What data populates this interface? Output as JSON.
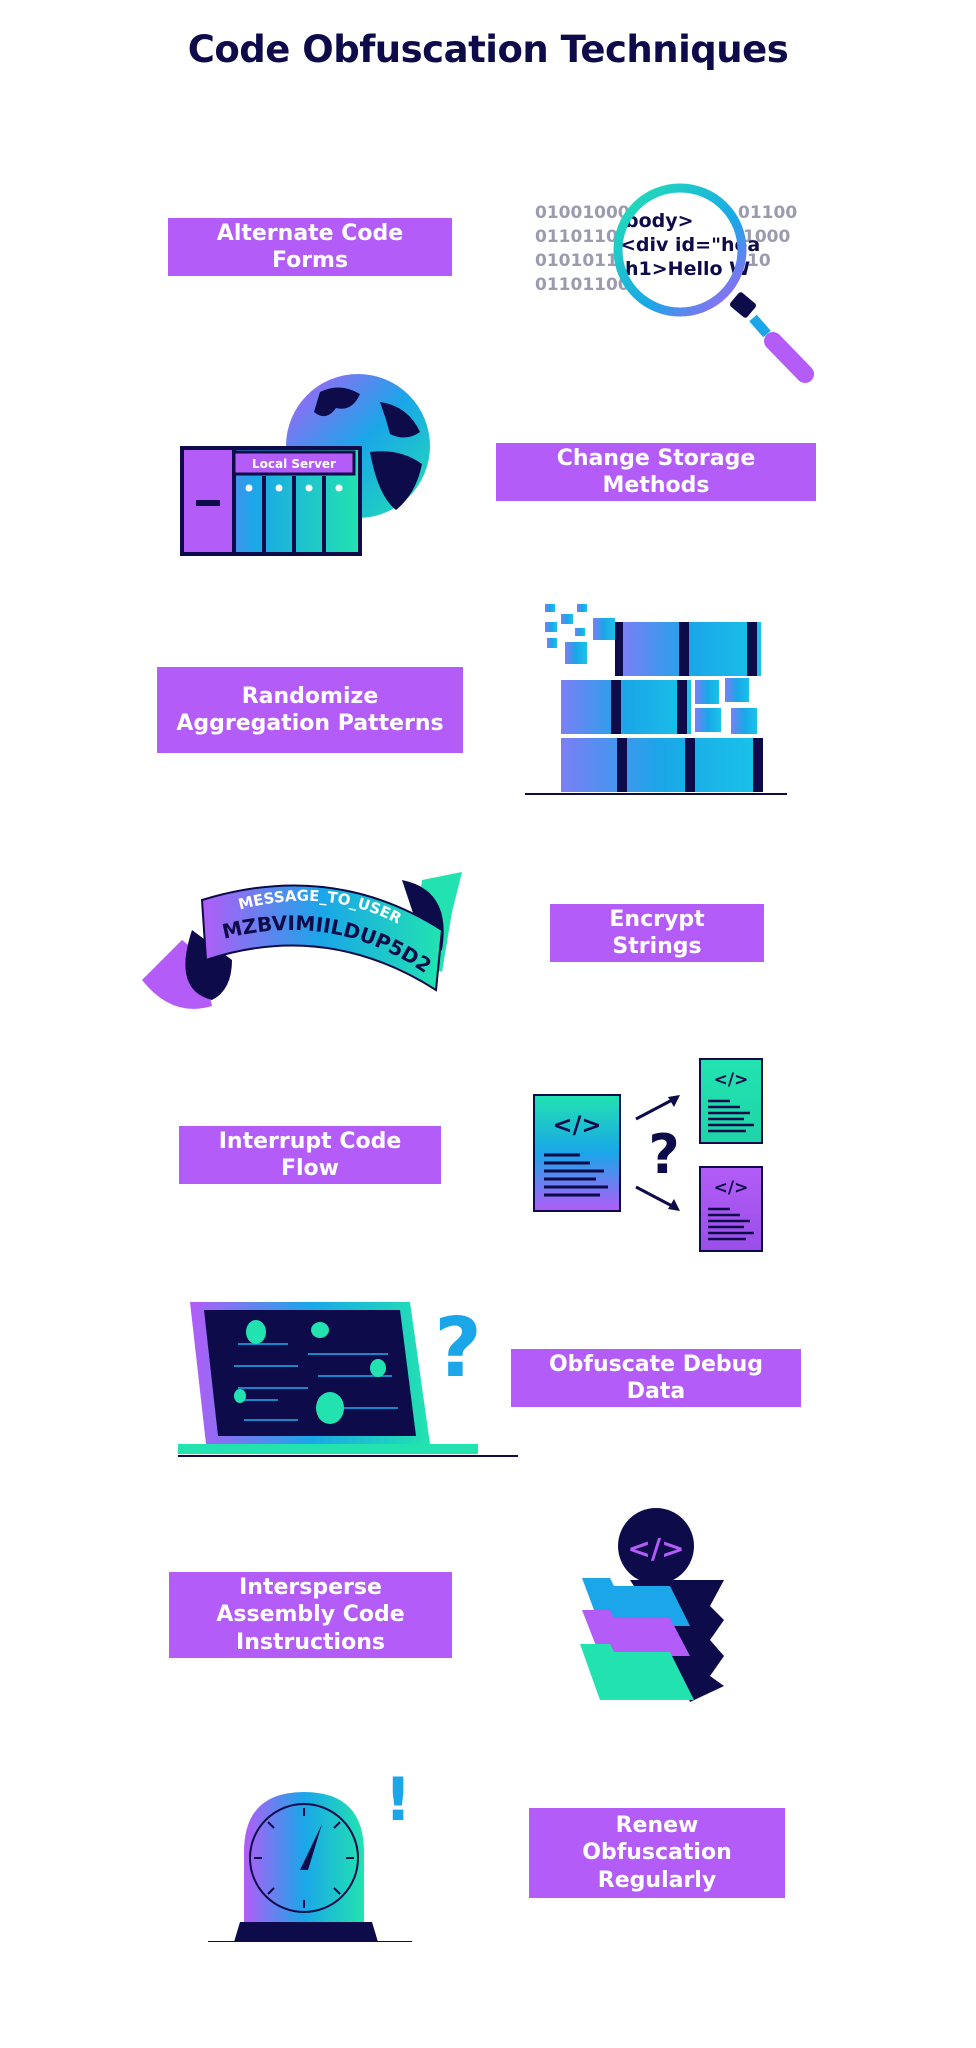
{
  "title": "Code Obfuscation Techniques",
  "techniques": [
    {
      "label": "Alternate Code Forms"
    },
    {
      "label": "Change Storage Methods"
    },
    {
      "label": "Randomize Aggregation Patterns"
    },
    {
      "label": "Encrypt Strings"
    },
    {
      "label": "Interrupt Code Flow"
    },
    {
      "label": "Obfuscate Debug Data"
    },
    {
      "label": "Intersperse Assembly Code Instructions"
    },
    {
      "label": "Renew Obfuscation Regularly"
    }
  ],
  "illustrations": {
    "code_lines": [
      "01001000",
      "01101100",
      "01010111",
      "01101100"
    ],
    "code_lines_right": [
      "01100",
      "1000",
      "10"
    ],
    "magnified_lines": [
      "body>",
      "<div id=\"hea",
      "h1>Hello W"
    ],
    "server_label": "Local Server",
    "banner_top": "MESSAGE_TO_USER",
    "banner_bottom": "MZBVIMIILDUP5D2",
    "code_tag": "</>",
    "question_mark": "?",
    "exclamation": "!"
  },
  "colors": {
    "purple": "#b35cf7",
    "navy": "#0d0b4a",
    "teal": "#22e3b0",
    "blue": "#1aa6e8",
    "gray": "#9b9bb0"
  }
}
